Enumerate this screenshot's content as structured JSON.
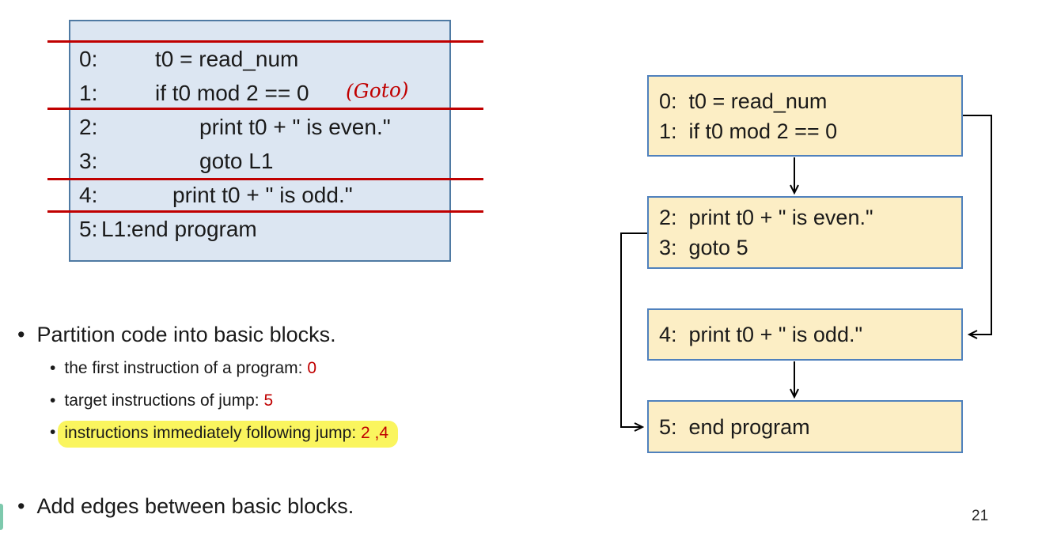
{
  "slide": {
    "page_number": "21",
    "bullet_marker": "•"
  },
  "code_listing": {
    "lines": [
      {
        "num": "0:",
        "text": "t0 = read_num"
      },
      {
        "num": "1:",
        "text": "if t0 mod 2 == 0",
        "annotation": "(Goto)"
      },
      {
        "num": "2:",
        "text": "print t0 + \" is even.\""
      },
      {
        "num": "3:",
        "text": "goto L1"
      },
      {
        "num": "4:",
        "text": "print t0 + \" is odd.\""
      },
      {
        "num": "5:",
        "label": "L1:",
        "text": "end program"
      }
    ]
  },
  "flowchart": {
    "blocks": [
      {
        "lines": [
          "0:  t0 = read_num",
          "1:  if t0 mod 2 == 0"
        ]
      },
      {
        "lines": [
          "2:  print t0 + \" is even.\"",
          "3:  goto 5"
        ]
      },
      {
        "lines": [
          "4:  print t0 + \" is odd.\""
        ]
      },
      {
        "lines": [
          "5:  end program"
        ]
      }
    ]
  },
  "bullets": {
    "main_1": "Partition code into basic blocks.",
    "sub_items": [
      {
        "text": "the first instruction of a program: ",
        "value": "0"
      },
      {
        "text": "target instructions of jump: ",
        "value": "5"
      },
      {
        "text": "instructions immediately following jump: ",
        "value": "2 ,4"
      }
    ],
    "main_2": "Add edges between basic blocks."
  },
  "colors": {
    "code_box_fill": "#DCE6F2",
    "code_box_border": "#4F7AA3",
    "block_fill": "#FCEEC5",
    "block_border": "#4F81BD",
    "partition_line_red": "#C00000",
    "annotation_red": "#C00000",
    "highlight_yellow": "#FAF55E",
    "edge_artifact_teal": "#7EC9AD"
  }
}
